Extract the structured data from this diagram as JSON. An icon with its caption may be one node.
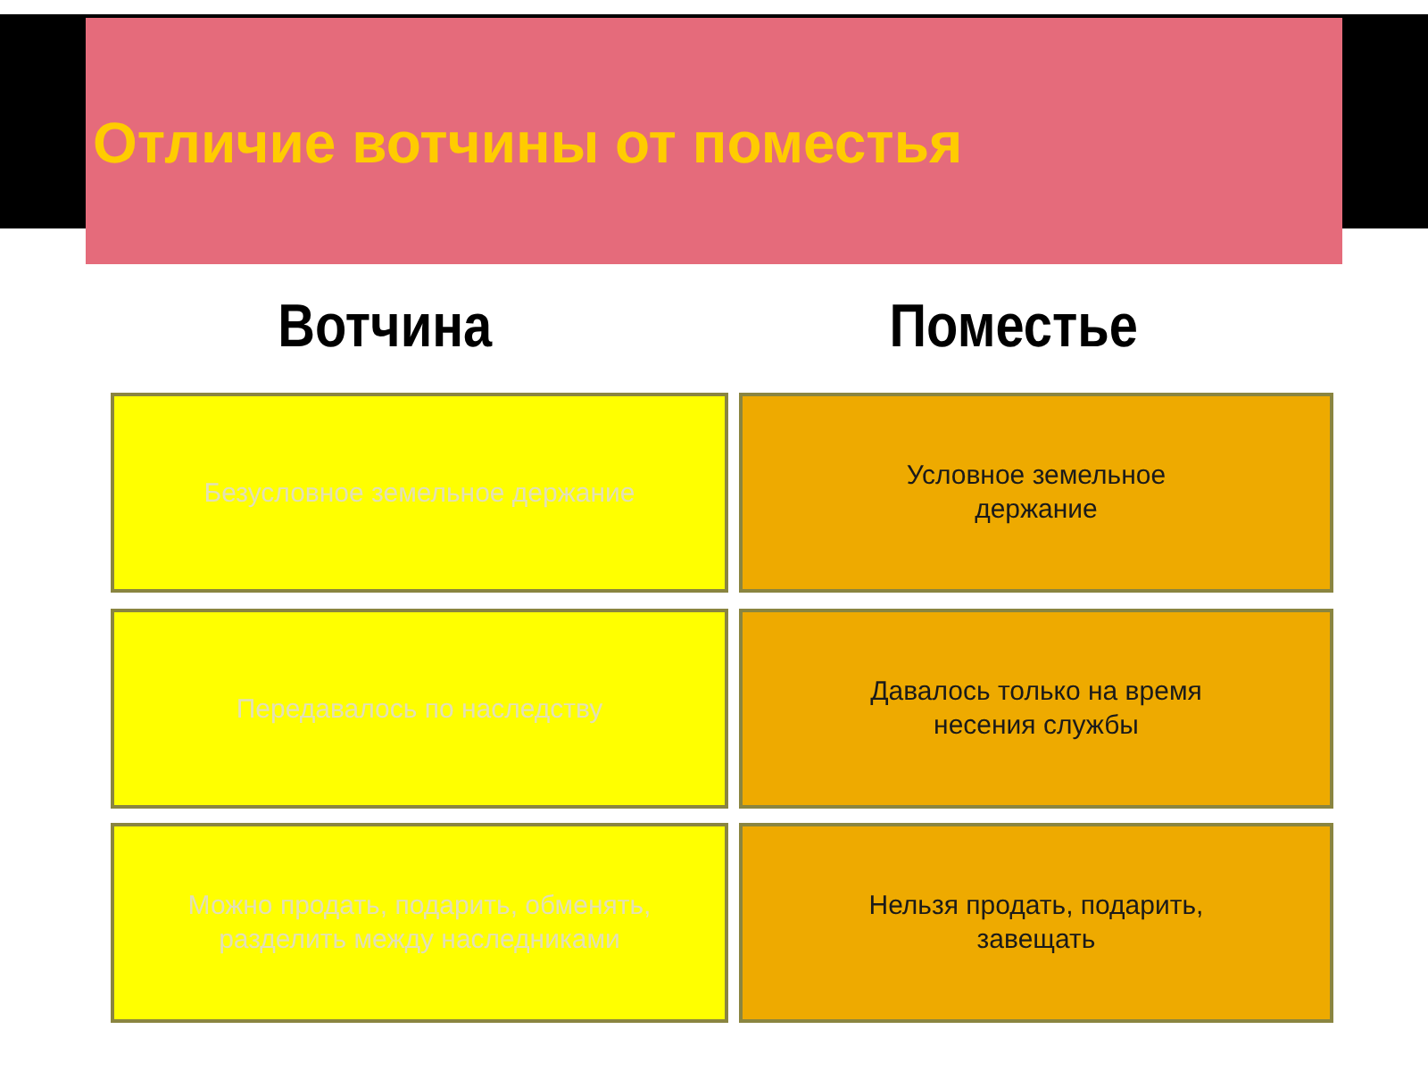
{
  "diagram": {
    "title": "Отличие вотчины от поместья",
    "nodes": [
      {
        "text": [
          "Безусловное земельное держание"
        ]
      },
      {
        "text": [
          "Условное земельное держание"
        ]
      },
      {
        "text": [
          "Передавалось по наследству"
        ]
      },
      {
        "text": [
          "Давалось только на время несения службы"
        ]
      },
      {
        "text": [
          "Можно продать, подарить, обменять, разделить между наследниками"
        ]
      },
      {
        "text": [
          "Нельзя продать, подарить, завещать"
        ]
      }
    ],
    "labels": [
      "Вотчина",
      "Поместье"
    ]
  }
}
